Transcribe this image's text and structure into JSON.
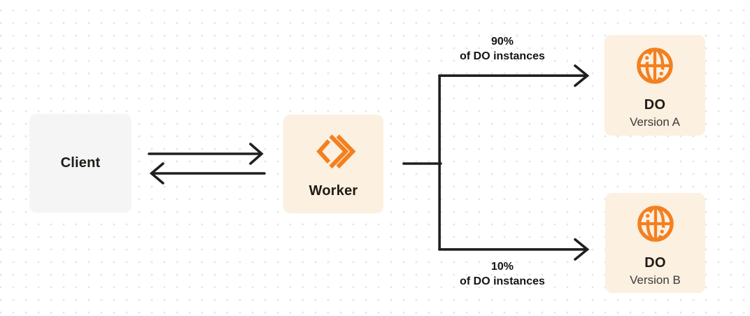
{
  "diagram": {
    "description": "Traffic-splitting architecture diagram",
    "colors": {
      "background": "#ffffff",
      "dot_grid": "#e4e4e8",
      "accent_orange": "#f38020",
      "box_cream": "#fcf0e0",
      "box_gray": "#f5f5f6",
      "line": "#1f1f1f"
    },
    "nodes": {
      "client": {
        "label": "Client"
      },
      "worker": {
        "label": "Worker",
        "icon": "workers-brackets-icon"
      },
      "do_a": {
        "title": "DO",
        "subtitle": "Version A",
        "icon": "durable-object-globe-icon"
      },
      "do_b": {
        "title": "DO",
        "subtitle": "Version B",
        "icon": "durable-object-globe-icon"
      }
    },
    "edges": {
      "client_worker": {
        "type": "bidirectional-arrows"
      },
      "split_top": {
        "label_line1": "90%",
        "label_line2": "of DO instances"
      },
      "split_bottom": {
        "label_line1": "10%",
        "label_line2": "of DO instances"
      }
    }
  }
}
